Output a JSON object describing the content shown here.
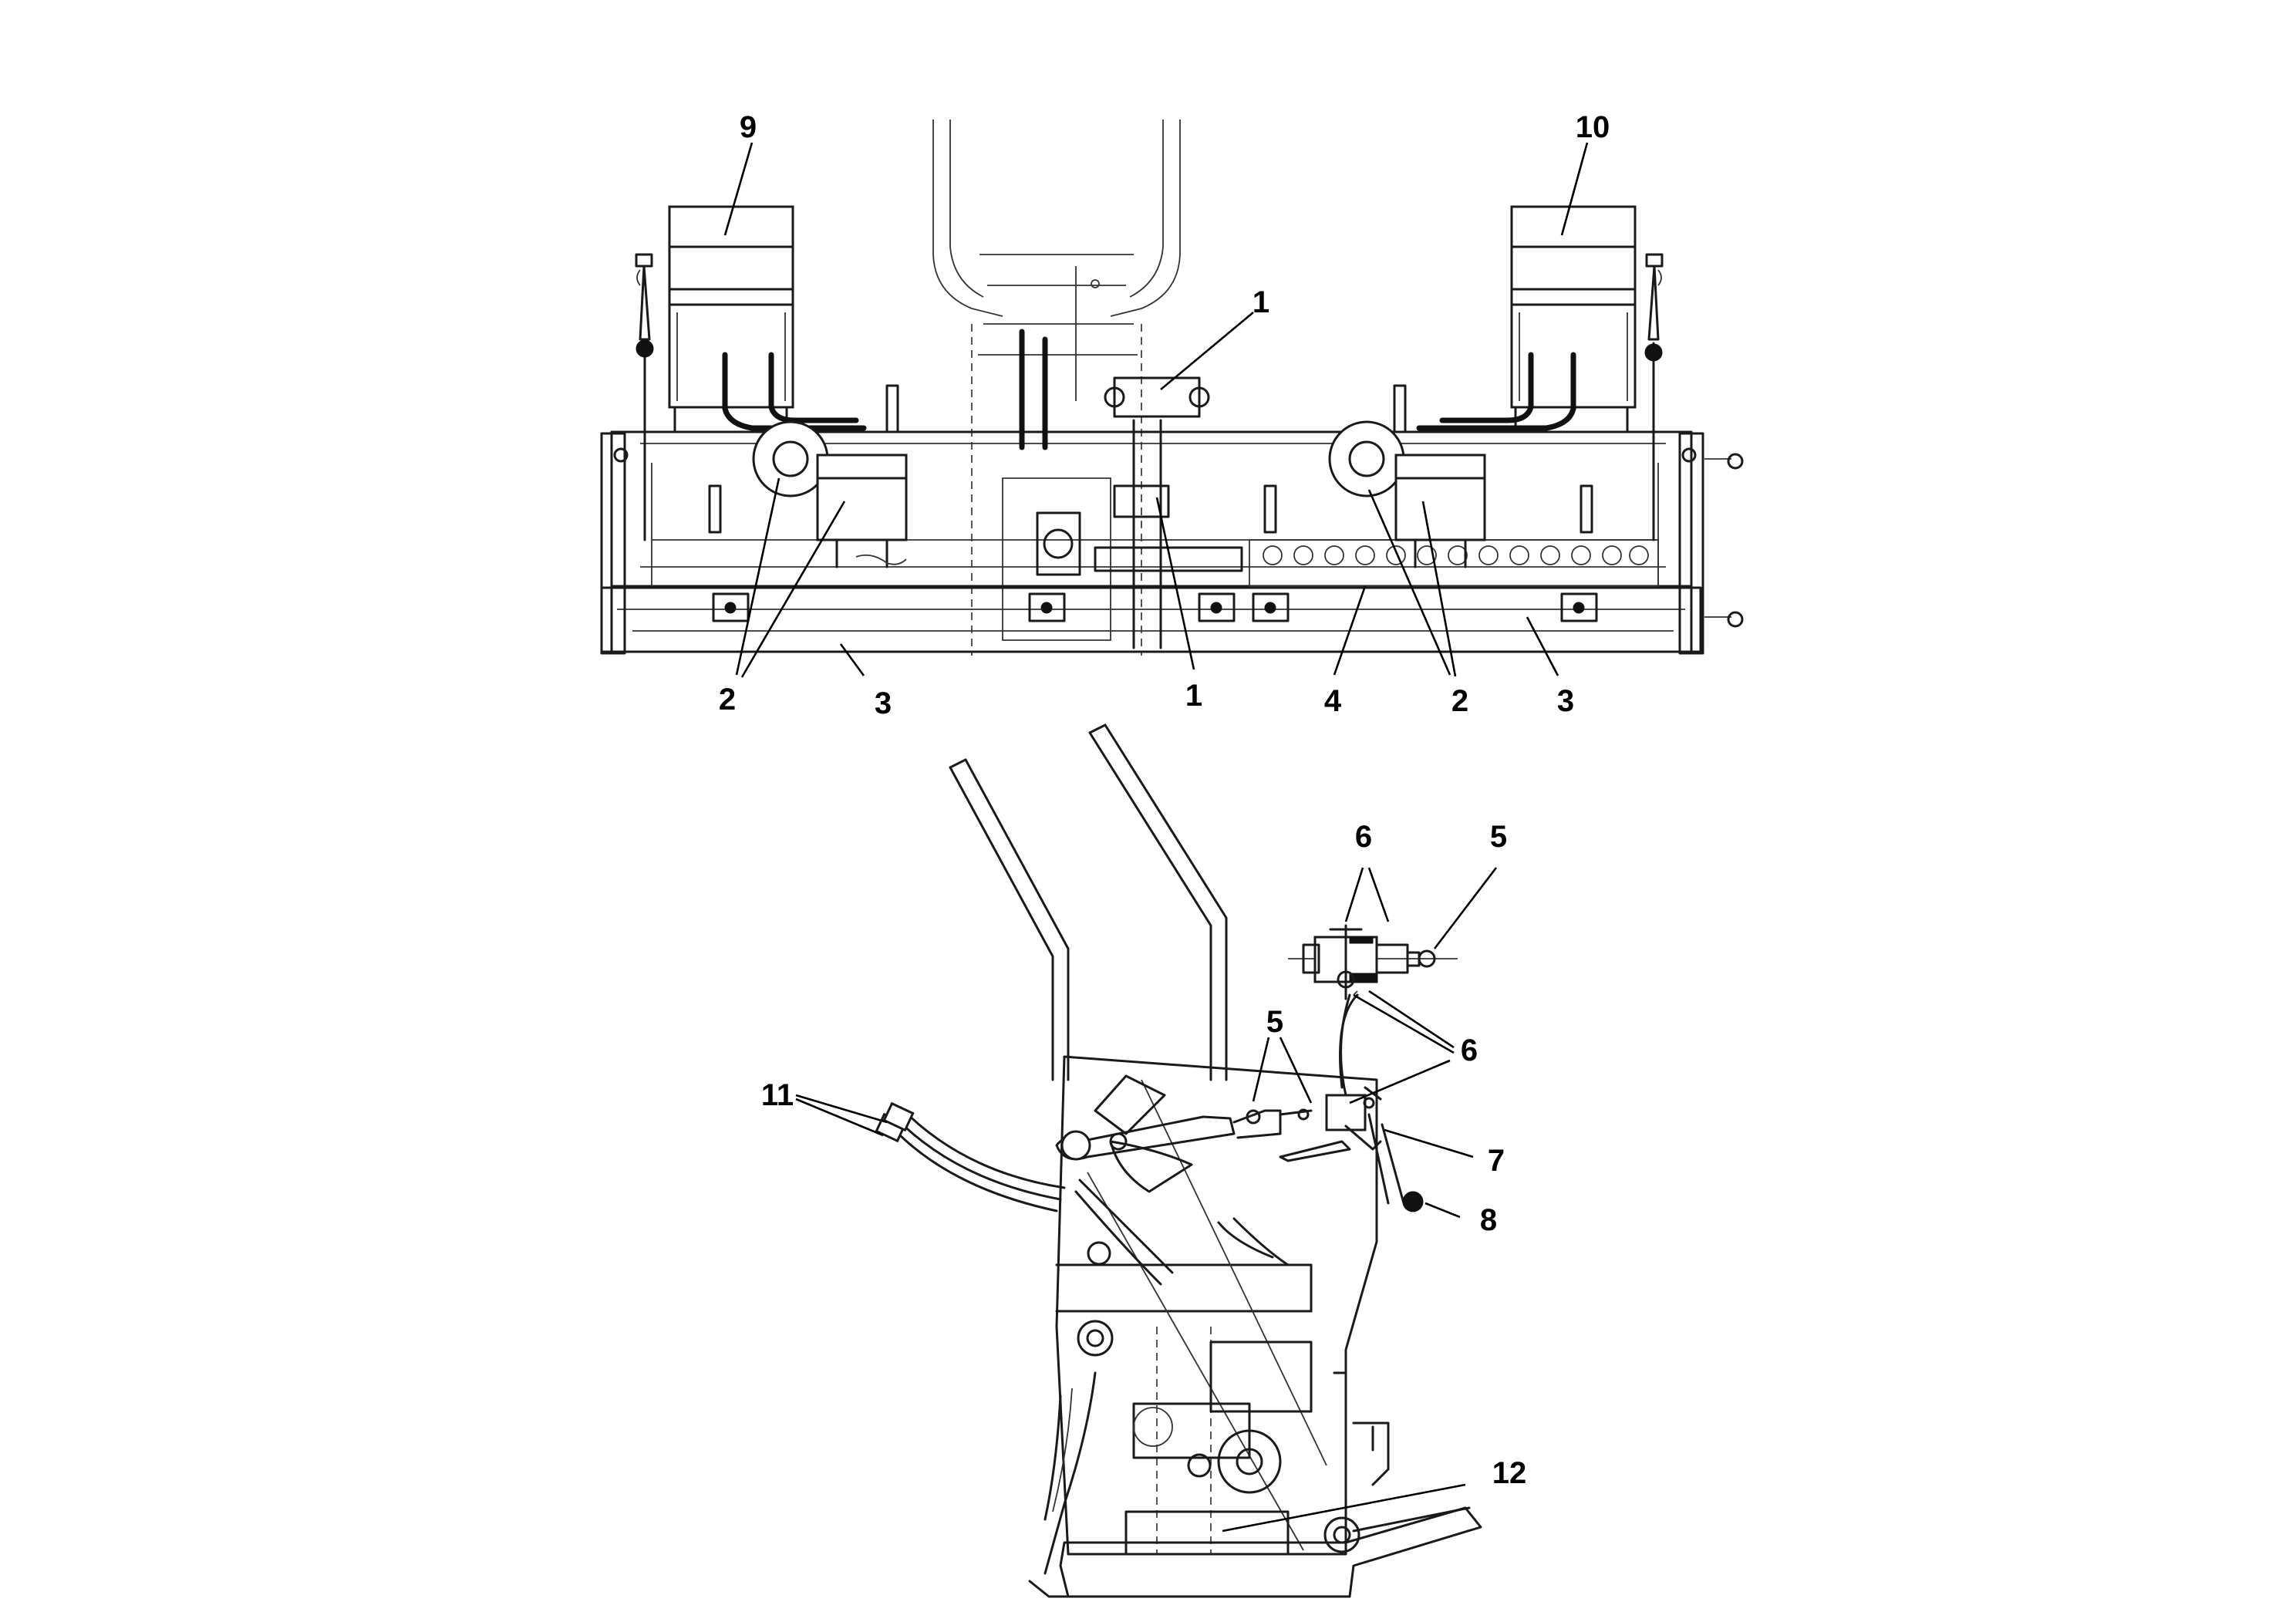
{
  "figure": {
    "top_view_name": "",
    "side_view_name": ""
  },
  "callouts": [
    {
      "id": "c9",
      "text": "9"
    },
    {
      "id": "c10",
      "text": "10"
    },
    {
      "id": "c1a",
      "text": "1"
    },
    {
      "id": "c2a",
      "text": "2"
    },
    {
      "id": "c3a",
      "text": "3"
    },
    {
      "id": "c1b",
      "text": "1"
    },
    {
      "id": "c4",
      "text": "4"
    },
    {
      "id": "c2b",
      "text": "2"
    },
    {
      "id": "c3b",
      "text": "3"
    },
    {
      "id": "c6a",
      "text": "6"
    },
    {
      "id": "c5a",
      "text": "5"
    },
    {
      "id": "c5b",
      "text": "5"
    },
    {
      "id": "c6b",
      "text": "6"
    },
    {
      "id": "c11",
      "text": "11"
    },
    {
      "id": "c7",
      "text": "7"
    },
    {
      "id": "c8",
      "text": "8"
    },
    {
      "id": "c12",
      "text": "12"
    }
  ]
}
